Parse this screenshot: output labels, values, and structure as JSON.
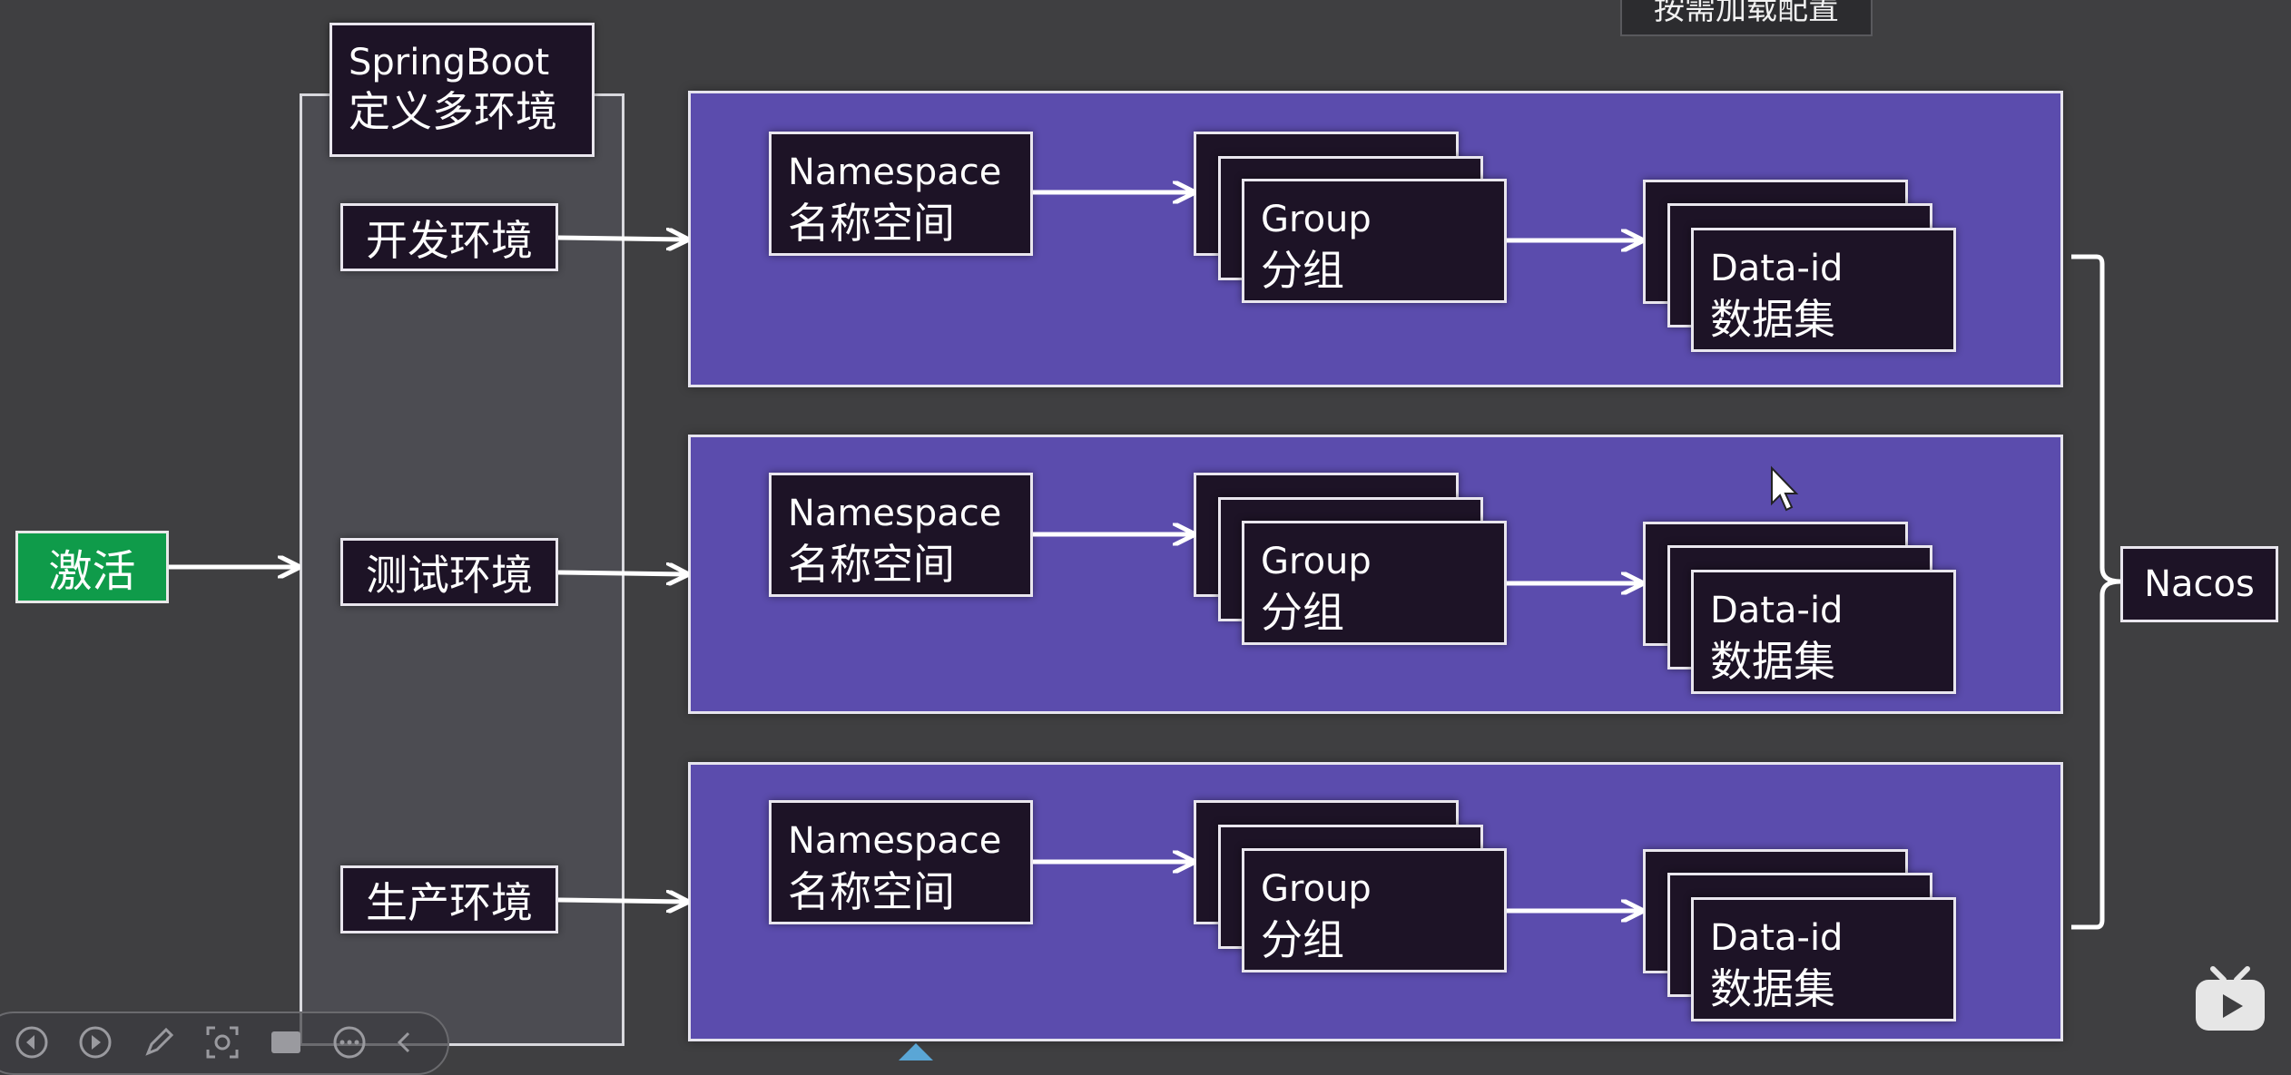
{
  "top_label": "按需加载配置",
  "springboot": {
    "line1": "SpringBoot",
    "line2": "定义多环境"
  },
  "activate_label": "激活",
  "nacos_label": "Nacos",
  "environments": [
    {
      "label": "开发环境",
      "namespace": {
        "line1": "Namespace",
        "line2": "名称空间"
      },
      "group": {
        "line1": "Group",
        "line2": "分组"
      },
      "dataid": {
        "line1": "Data-id",
        "line2": "数据集"
      }
    },
    {
      "label": "测试环境",
      "namespace": {
        "line1": "Namespace",
        "line2": "名称空间"
      },
      "group": {
        "line1": "Group",
        "line2": "分组"
      },
      "dataid": {
        "line1": "Data-id",
        "line2": "数据集"
      }
    },
    {
      "label": "生产环境",
      "namespace": {
        "line1": "Namespace",
        "line2": "名称空间"
      },
      "group": {
        "line1": "Group",
        "line2": "分组"
      },
      "dataid": {
        "line1": "Data-id",
        "line2": "数据集"
      }
    }
  ],
  "icons": {
    "toolbar": [
      "prev-icon",
      "next-icon",
      "pen-icon",
      "screenshot-icon",
      "slides-icon",
      "more-icon",
      "collapse-icon"
    ],
    "cursor": "mouse-pointer-icon",
    "logo": "bilibili-tv-icon"
  },
  "colors": {
    "panel": "#5b4cad",
    "box": "#1d1326",
    "activate": "#0f9b4a",
    "background": "#3f3f41"
  }
}
